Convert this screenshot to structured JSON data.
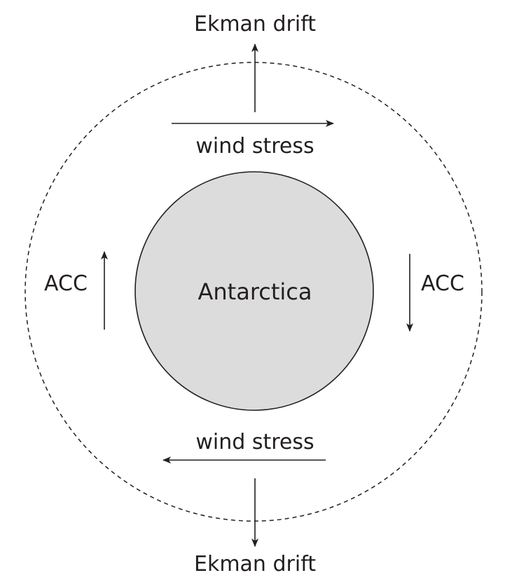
{
  "diagram": {
    "center_label": "Antarctica",
    "top_drift_label": "Ekman drift",
    "bottom_drift_label": "Ekman drift",
    "top_stress_label": "wind stress",
    "bottom_stress_label": "wind stress",
    "left_current_label": "ACC",
    "right_current_label": "ACC"
  },
  "colors": {
    "continent_fill": "#dcdcdd",
    "stroke": "#231f20",
    "background": "#ffffff"
  }
}
